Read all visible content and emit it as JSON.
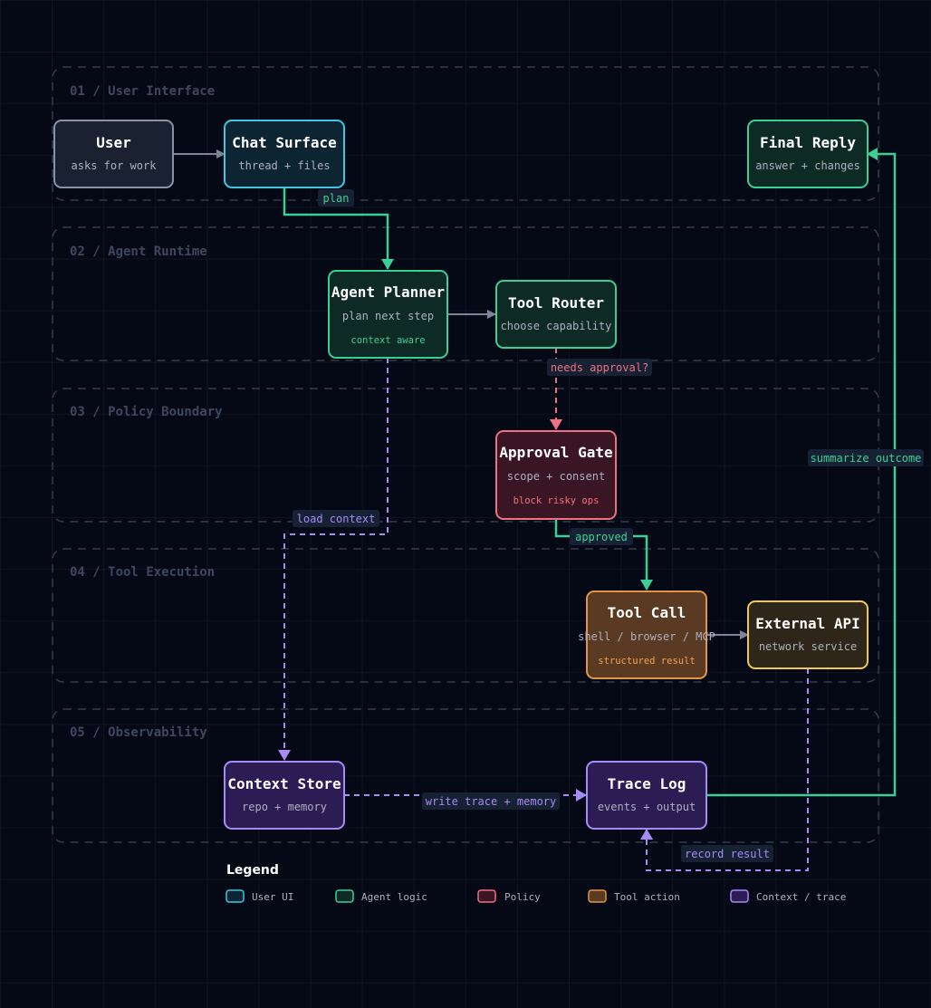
{
  "lanes": [
    {
      "id": "ui",
      "title": "01 / User Interface"
    },
    {
      "id": "runtime",
      "title": "02 / Agent Runtime"
    },
    {
      "id": "policy",
      "title": "03 / Policy Boundary"
    },
    {
      "id": "exec",
      "title": "04 / Tool Execution"
    },
    {
      "id": "obs",
      "title": "05 / Observability"
    }
  ],
  "nodes": {
    "user": {
      "title": "User",
      "subtitle": "asks for work"
    },
    "chat": {
      "title": "Chat Surface",
      "subtitle": "thread + files"
    },
    "final": {
      "title": "Final Reply",
      "subtitle": "answer + changes"
    },
    "planner": {
      "title": "Agent Planner",
      "subtitle": "plan next step",
      "note": "context aware"
    },
    "router": {
      "title": "Tool Router",
      "subtitle": "choose capability"
    },
    "approval": {
      "title": "Approval Gate",
      "subtitle": "scope + consent",
      "note": "block risky ops"
    },
    "toolcall": {
      "title": "Tool Call",
      "subtitle": "shell / browser / MCP",
      "note": "structured result"
    },
    "api": {
      "title": "External API",
      "subtitle": "network service"
    },
    "context": {
      "title": "Context Store",
      "subtitle": "repo + memory"
    },
    "trace": {
      "title": "Trace Log",
      "subtitle": "events + output"
    }
  },
  "edges": {
    "plan": "plan",
    "needs_approval": "needs approval?",
    "approved": "approved",
    "load_context": "load context",
    "write_trace": "write trace + memory",
    "record_result": "record result",
    "summarize": "summarize outcome"
  },
  "legend": {
    "title": "Legend",
    "items": [
      {
        "label": "User UI",
        "color": "#3fc6e0"
      },
      {
        "label": "Agent logic",
        "color": "#3ccf95"
      },
      {
        "label": "Policy",
        "color": "#f06f82"
      },
      {
        "label": "Tool action",
        "color": "#e29448"
      },
      {
        "label": "Context / trace",
        "color": "#a68af5"
      }
    ]
  },
  "colors": {
    "cyan": "#3fc6e0",
    "green": "#3ccf95",
    "red": "#f06f82",
    "orange": "#e29448",
    "yellow": "#f2c94c",
    "purple": "#a68af5",
    "gray": "#8a93a6"
  }
}
